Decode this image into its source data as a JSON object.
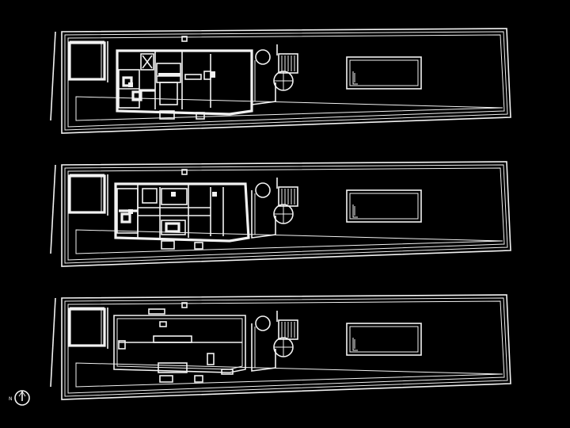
{
  "drawing": {
    "plans": [
      {
        "id": "plan-upper",
        "level": "upper"
      },
      {
        "id": "plan-middle",
        "level": "middle"
      },
      {
        "id": "plan-lower",
        "level": "lower"
      }
    ],
    "north_arrow": {
      "label": "N"
    },
    "colors": {
      "background": "#000000",
      "linework": "#f2f2f2"
    }
  }
}
